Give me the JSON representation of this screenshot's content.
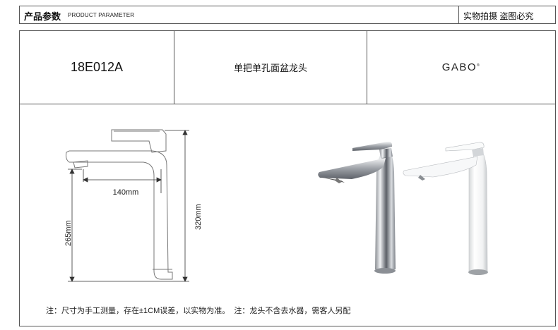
{
  "header": {
    "title_cn": "产品参数",
    "title_en": "PRODUCT PARAMETER",
    "right_text": "实物拍摄 盗图必究"
  },
  "product": {
    "model": "18E012A",
    "name": "单把单孔面盆龙头",
    "brand": "GABO",
    "brand_mark": "®"
  },
  "dimensions": {
    "spout_reach": "140mm",
    "spout_height": "265mm",
    "total_height": "320mm"
  },
  "note": "注：尺寸为手工测量，存在±1CM误差，以实物为准。  注：龙头不含去水器，需客人另配"
}
